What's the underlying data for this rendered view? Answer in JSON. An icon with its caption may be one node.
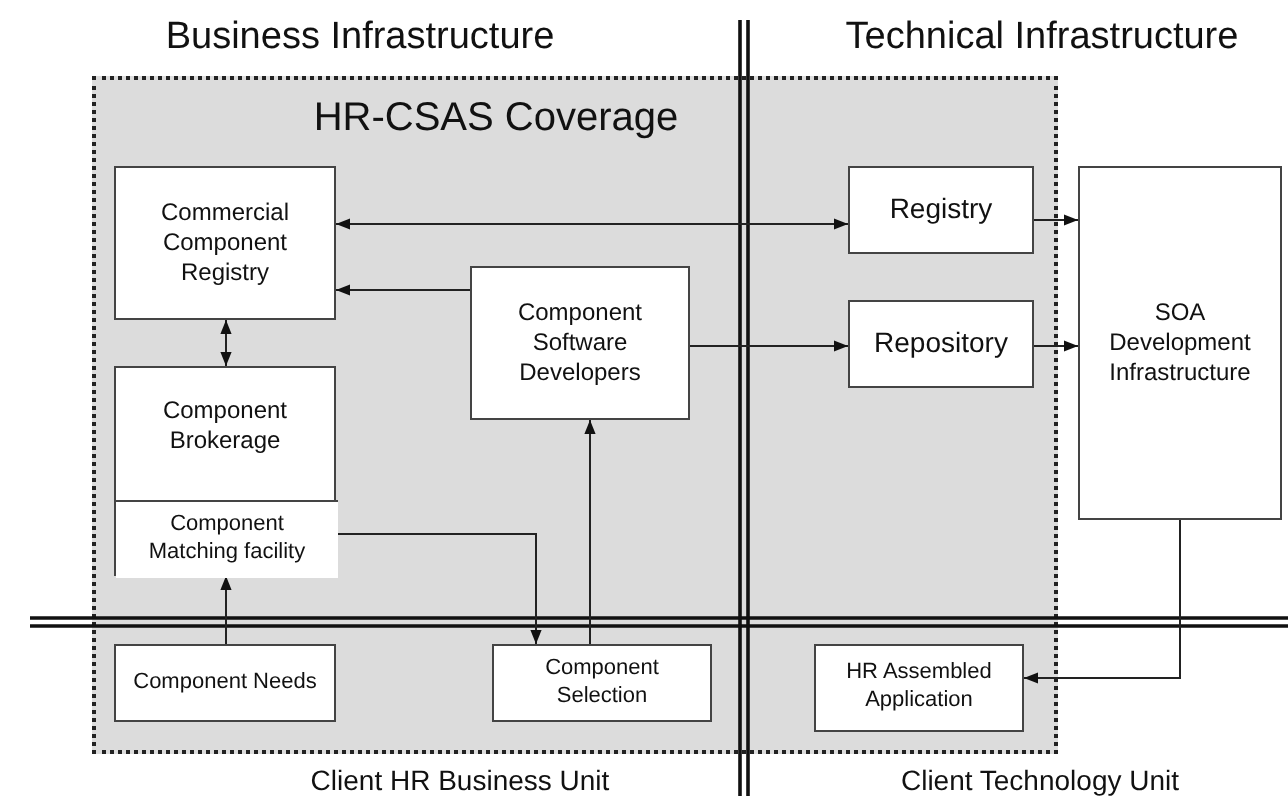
{
  "diagram": {
    "nodes": [
      {
        "text": [
          "HR-CSAS Coverage"
        ]
      },
      {
        "text": [
          "Commercial Component Registry"
        ],
        "in": 0
      },
      {
        "text": [
          "Component Brokerage"
        ],
        "in": 0
      },
      {
        "text": [
          "Component Matching facility"
        ],
        "in": 2
      },
      {
        "text": [
          "Component Software Developers"
        ],
        "in": 0
      },
      {
        "text": [
          "Registry"
        ],
        "in": 0
      },
      {
        "text": [
          "Repository"
        ],
        "in": 0
      },
      {
        "text": [
          "SOA Development Infrastructure"
        ]
      },
      {
        "text": [
          "Component Needs"
        ],
        "in": 0
      },
      {
        "text": [
          "Component Selection"
        ],
        "in": 0
      },
      {
        "text": [
          "HR Assembled Application"
        ],
        "in": 0
      }
    ],
    "edges": [
      {
        "from": 5,
        "to": 1,
        "arrow": "both"
      },
      {
        "from": 4,
        "to": 1,
        "arrow": "to"
      },
      {
        "from": 1,
        "to": 2,
        "arrow": "both"
      },
      {
        "from": 4,
        "to": 6,
        "arrow": "to"
      },
      {
        "from": 5,
        "to": 7,
        "arrow": "to"
      },
      {
        "from": 6,
        "to": 7,
        "arrow": "to"
      },
      {
        "from": 3,
        "to": 9,
        "arrow": "to"
      },
      {
        "from": 8,
        "to": 3,
        "arrow": "to"
      },
      {
        "from": 9,
        "to": 4,
        "arrow": "to"
      },
      {
        "from": 7,
        "to": 10,
        "arrow": "to"
      }
    ],
    "labels": [
      "Business Infrastructure",
      "Technical Infrastructure",
      "Client HR Business Unit",
      "Client Technology Unit"
    ]
  }
}
